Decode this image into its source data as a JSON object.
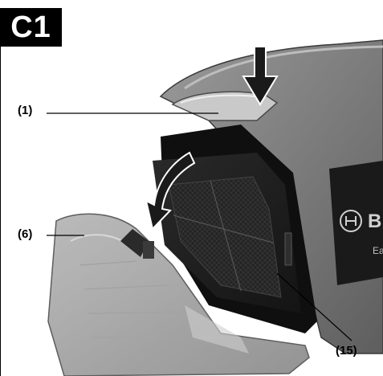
{
  "figure": {
    "badge": "C1",
    "callouts": {
      "part_1": "(1)",
      "part_6": "(6)",
      "part_15": "(15)"
    },
    "brand_mark": "B",
    "brand_text": "Ea"
  }
}
